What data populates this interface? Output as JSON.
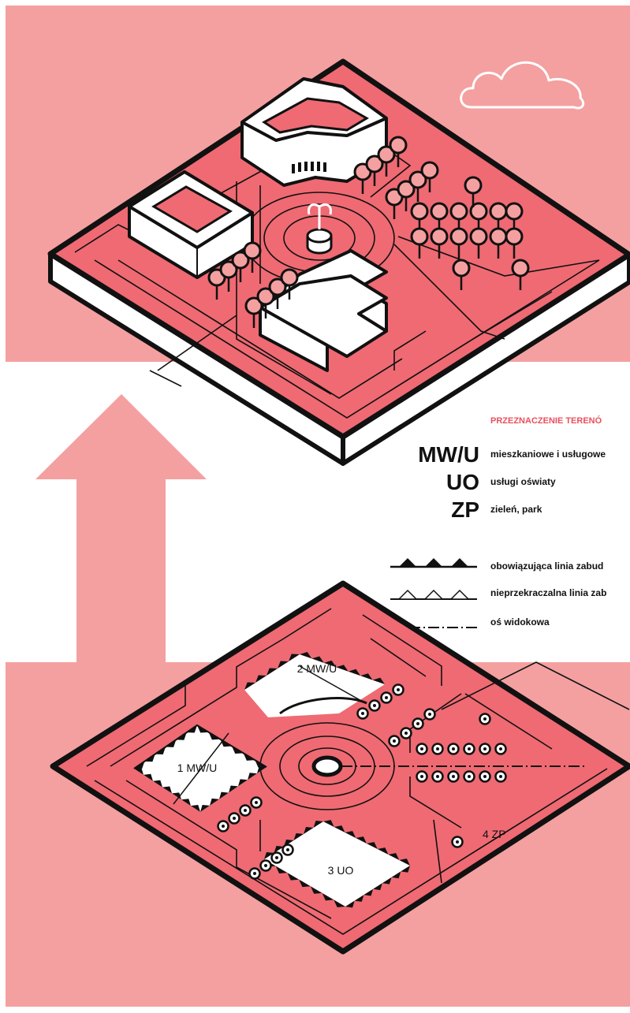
{
  "colors": {
    "background_pink": "#f4a0a0",
    "site_red": "#ef6a73",
    "outline": "#111111",
    "building": "#ffffff",
    "legend_title": "#e8505b"
  },
  "legend": {
    "title": "PRZEZNACZENIE TERENÓ",
    "zones": [
      {
        "code": "MW/U",
        "label": "mieszkaniowe i usługowe"
      },
      {
        "code": "UO",
        "label": "usługi oświaty"
      },
      {
        "code": "ZP",
        "label": "zieleń, park"
      }
    ],
    "lines": [
      {
        "symbol": "filled-triangle-line",
        "label": "obowiązująca linia zabud"
      },
      {
        "symbol": "open-triangle-line",
        "label": "nieprzekraczalna linia zab"
      },
      {
        "symbol": "dash-dot-line",
        "label": "oś widokowa"
      }
    ]
  },
  "plan": {
    "plots": [
      {
        "label": "1 MW/U"
      },
      {
        "label": "2 MW/U"
      },
      {
        "label": "3 UO"
      },
      {
        "label": "4 ZP"
      }
    ]
  },
  "icons": {
    "cloud": "cloud-icon",
    "arrow": "up-arrow-icon",
    "fountain": "fountain-icon",
    "tree": "tree-icon"
  }
}
